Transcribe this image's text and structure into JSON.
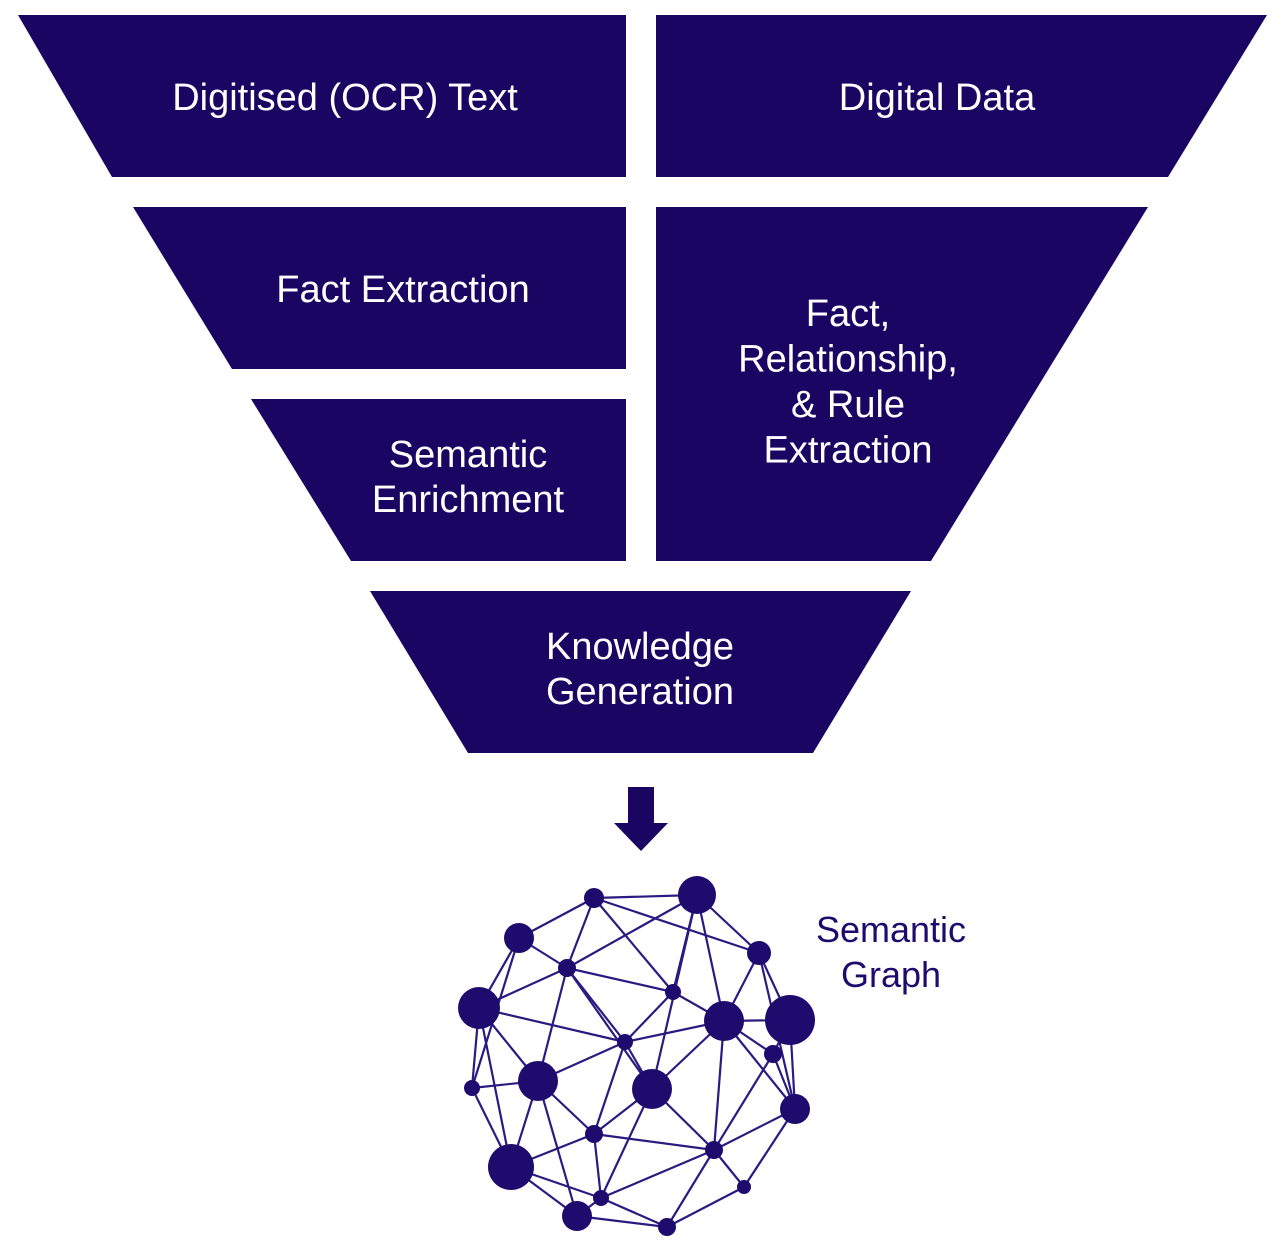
{
  "colors": {
    "funnel_fill": "#1a0563",
    "funnel_text": "#ffffff",
    "graph_node": "#1d0b6e",
    "graph_edge": "#2b1a80",
    "graph_label": "#1d0b6e",
    "arrow": "#1a0563",
    "background": "#ffffff"
  },
  "funnel": {
    "digitised_text": {
      "lines": [
        "Digitised (OCR) Text"
      ]
    },
    "digital_data": {
      "lines": [
        "Digital Data"
      ]
    },
    "fact_extraction": {
      "lines": [
        "Fact Extraction"
      ]
    },
    "fact_relationship_rule": {
      "lines": [
        "Fact,",
        "Relationship,",
        "& Rule",
        "Extraction"
      ]
    },
    "semantic_enrichment": {
      "lines": [
        "Semantic",
        "Enrichment"
      ]
    },
    "knowledge_generation": {
      "lines": [
        "Knowledge",
        "Generation"
      ]
    }
  },
  "flow_arrow": {
    "icon": "down-arrow-icon"
  },
  "semantic_graph": {
    "icon": "network-graph-icon",
    "label_lines": [
      "Semantic",
      "Graph"
    ]
  }
}
